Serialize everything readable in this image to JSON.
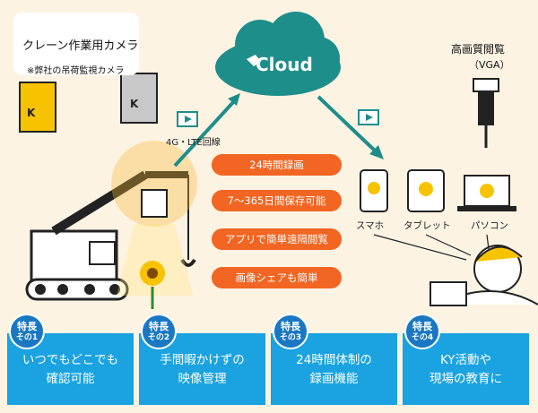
{
  "camera": {
    "title": "クレーン作業用カメラ",
    "note": "※弊社の吊荷監視カメラ"
  },
  "cloud": {
    "label": "Cloud"
  },
  "network": {
    "label": "4G・LTE回線"
  },
  "viewing": {
    "quality": "高画質閲覧",
    "vga": "（VGA）"
  },
  "features_pills": [
    "24時間録画",
    "7〜365日間保存可能",
    "アプリで簡単遠隔閲覧",
    "画像シェアも簡単"
  ],
  "devices": [
    "スマホ",
    "タブレット",
    "パソコン"
  ],
  "features": [
    {
      "badge_top": "特長",
      "badge_bottom": "その1",
      "line1": "いつでもどこでも",
      "line2": "確認可能"
    },
    {
      "badge_top": "特長",
      "badge_bottom": "その2",
      "line1": "手間暇かけずの",
      "line2": "映像管理"
    },
    {
      "badge_top": "特長",
      "badge_bottom": "その3",
      "line1": "24時間体制の",
      "line2": "録画機能"
    },
    {
      "badge_top": "特長",
      "badge_bottom": "その4",
      "line1": "KY活動や",
      "line2": "現場の教育に"
    }
  ],
  "colors": {
    "accent_orange": "#f26522",
    "cloud_teal": "#1e8e8a",
    "feature_blue": "#1aa3e0",
    "badge_blue": "#1a78c2"
  }
}
